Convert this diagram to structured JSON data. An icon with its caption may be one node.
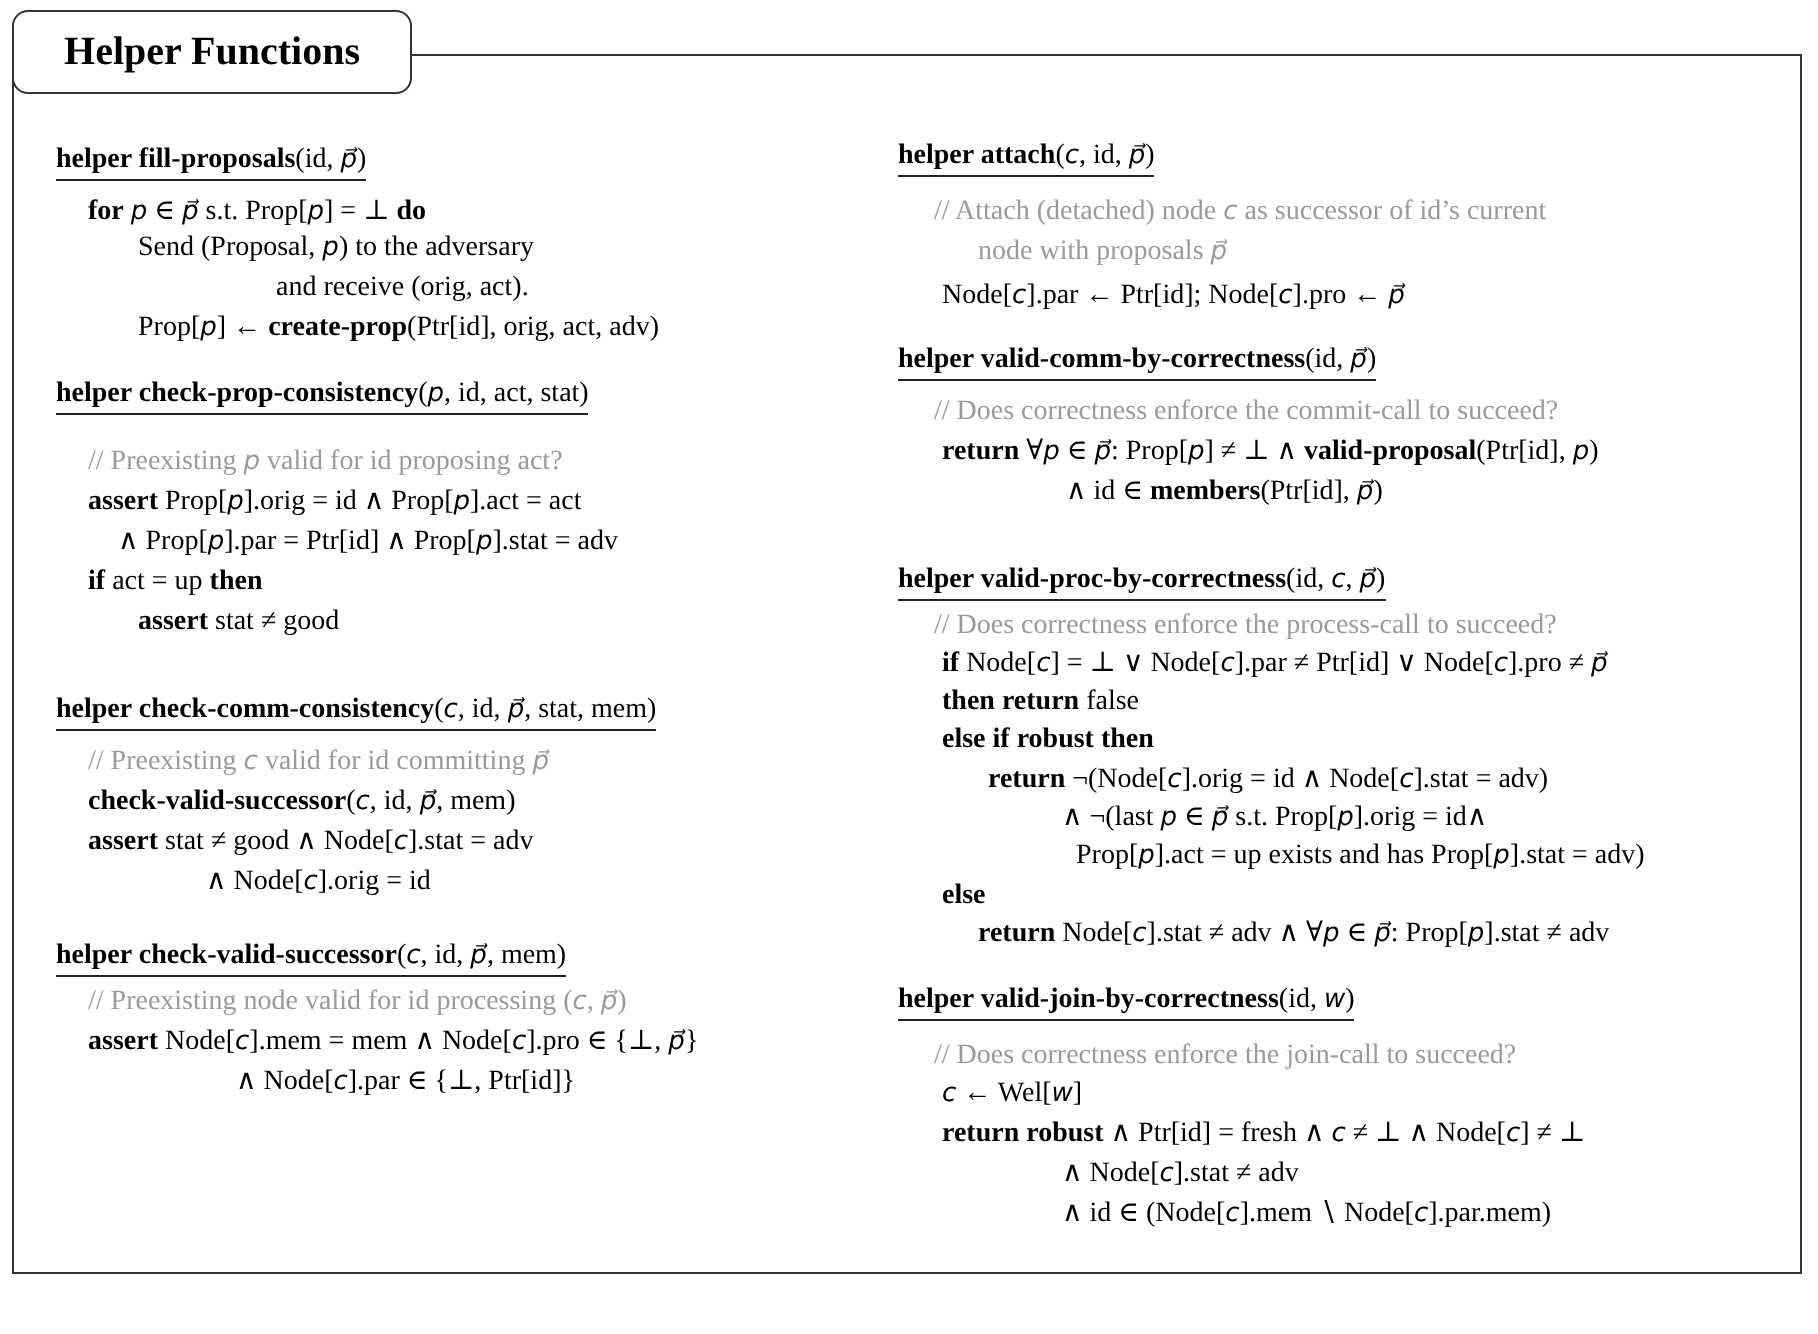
{
  "diagram": {
    "nodes": [
      {
        "text": [
          "Helper Functions"
        ]
      }
    ],
    "labels": [
      "**helper fill-proposals**(id, *p⃗*)",
      "**for** *p* ∈ *p⃗* s.t. Prop[*p*] = ⊥ **do**",
      "Send (Proposal, *p*) to the adversary",
      "and receive (orig, act).",
      "Prop[*p*] ← **create-prop**(Ptr[id], orig, act, adv)",
      "**helper check-prop-consistency**(*p*, id, act, stat)",
      "// Preexisting *p* valid for id proposing act?",
      "**assert** Prop[*p*].orig = id ∧ Prop[*p*].act = act",
      "∧ Prop[*p*].par = Ptr[id] ∧ Prop[*p*].stat = adv",
      "**if** act = up **then**",
      "**assert** stat ≠ good",
      "**helper check-comm-consistency**(*c*, id, *p⃗*, stat, mem)",
      "// Preexisting *c* valid for id committing *p⃗*",
      "**check-valid-successor**(*c*, id, *p⃗*, mem)",
      "**assert** stat ≠ good ∧ Node[*c*].stat = adv",
      "∧ Node[*c*].orig = id",
      "**helper check-valid-successor**(*c*, id, *p⃗*, mem)",
      "// Preexisting node valid for id processing (*c*, *p⃗*)",
      "**assert** Node[*c*].mem = mem ∧ Node[*c*].pro ∈ {⊥, *p⃗*}",
      "∧ Node[*c*].par ∈ {⊥, Ptr[id]}",
      "**helper attach**(*c*, id, *p⃗*)",
      "// Attach (detached) node *c* as successor of id’s current",
      "node with proposals *p⃗*",
      "Node[*c*].par ← Ptr[id]; Node[*c*].pro ← *p⃗*",
      "**helper valid-comm-by-correctness**(id, *p⃗*)",
      "// Does correctness enforce the commit-call to succeed?",
      "**return** ∀*p* ∈ *p⃗*: Prop[*p*] ≠ ⊥ ∧ **valid-proposal**(Ptr[id], *p*)",
      "∧ id ∈ **members**(Ptr[id], *p⃗*)",
      "**helper valid-proc-by-correctness**(id, *c*, *p⃗*)",
      "// Does correctness enforce the process-call to succeed?",
      "**if** Node[*c*] = ⊥ ∨ Node[*c*].par ≠ Ptr[id] ∨ Node[*c*].pro ≠ *p⃗*",
      "**then return** false",
      "**else if robust then**",
      "**return** ¬(Node[*c*].orig = id ∧ Node[*c*].stat = adv)",
      "∧ ¬(last *p* ∈ *p⃗* s.t. Prop[*p*].orig = id∧",
      "Prop[*p*].act = up exists and has Prop[*p*].stat = adv)",
      "**else**",
      "**return** Node[*c*].stat ≠ adv ∧ ∀*p* ∈ *p⃗*: Prop[*p*].stat ≠ adv",
      "**helper valid-join-by-correctness**(id, *w*)",
      "// Does correctness enforce the join-call to succeed?",
      "*c* ← Wel[*w*]",
      "**return robust** ∧ Ptr[id] = fresh ∧ *c* ≠ ⊥ ∧ Node[*c*] ≠ ⊥",
      "∧ Node[*c*].stat ≠ adv",
      "∧ id ∈ (Node[*c*].mem ∖ Node[*c*].par.mem)"
    ]
  }
}
